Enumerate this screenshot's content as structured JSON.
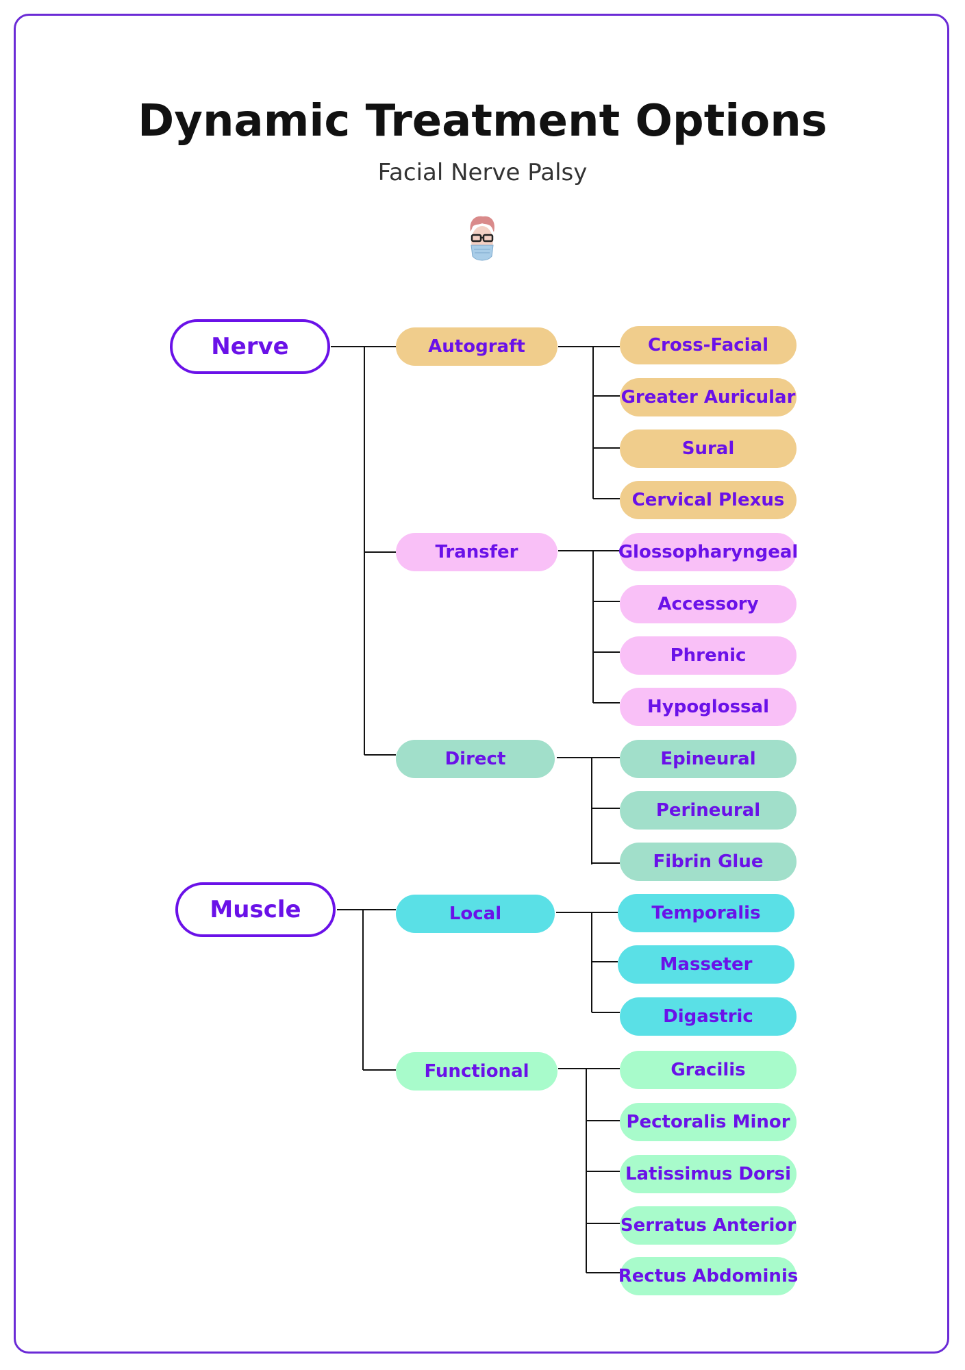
{
  "header": {
    "title": "Dynamic Treatment Options",
    "subtitle": "Facial Nerve Palsy"
  },
  "colors": {
    "frame": "#6b2bd6",
    "text": "#6a11e8",
    "autograft": "#f0cd8c",
    "transfer": "#f9c0f7",
    "direct": "#a1dfca",
    "local": "#5ae0e6",
    "functional": "#a8fbcb"
  },
  "tree": {
    "nerve": {
      "label": "Nerve",
      "categories": {
        "autograft": {
          "label": "Autograft",
          "items": [
            "Cross-Facial",
            "Greater Auricular",
            "Sural",
            "Cervical Plexus"
          ]
        },
        "transfer": {
          "label": "Transfer",
          "items": [
            "Glossopharyngeal",
            "Accessory",
            "Phrenic",
            "Hypoglossal"
          ]
        },
        "direct": {
          "label": "Direct",
          "items": [
            "Epineural",
            "Perineural",
            "Fibrin Glue"
          ]
        }
      }
    },
    "muscle": {
      "label": "Muscle",
      "categories": {
        "local": {
          "label": "Local",
          "items": [
            "Temporalis",
            "Masseter",
            "Digastric"
          ]
        },
        "functional": {
          "label": "Functional",
          "items": [
            "Gracilis",
            "Pectoralis Minor",
            "Latissimus Dorsi",
            "Serratus Anterior",
            "Rectus Abdominis"
          ]
        }
      }
    }
  }
}
